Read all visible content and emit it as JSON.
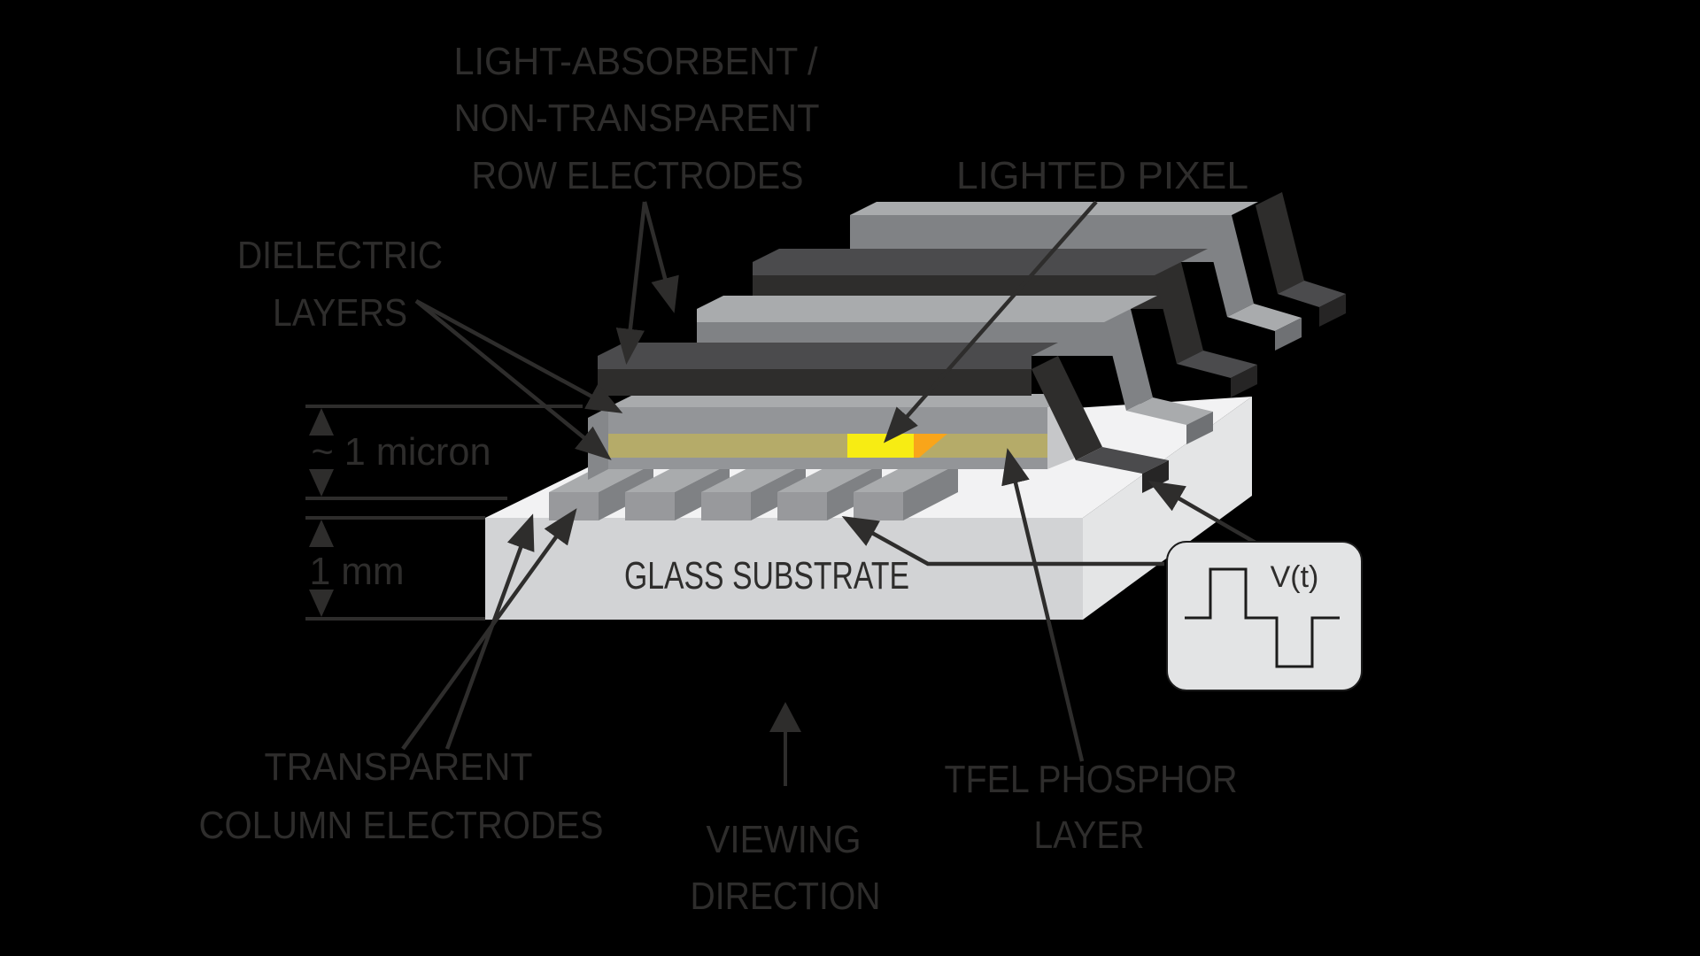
{
  "diagram": {
    "title": "TFEL display structure diagram",
    "labels": {
      "row_electrodes_line1": "LIGHT-ABSORBENT /",
      "row_electrodes_line2": "NON-TRANSPARENT",
      "row_electrodes_line3": "ROW ELECTRODES",
      "lighted_pixel": "LIGHTED PIXEL",
      "dielectric_line1": "DIELECTRIC",
      "dielectric_line2": "LAYERS",
      "dim_micron": "~ 1 micron",
      "dim_mm": "1 mm",
      "glass_substrate": "GLASS SUBSTRATE",
      "column_electrodes_line1": "TRANSPARENT",
      "column_electrodes_line2": "COLUMN ELECTRODES",
      "viewing_line1": "VIEWING",
      "viewing_line2": "DIRECTION",
      "tfel_line1": "TFEL PHOSPHOR",
      "tfel_line2": "LAYER",
      "voltage": "V(t)"
    },
    "colors": {
      "background": "#000000",
      "panel": "#000000",
      "text": "#2e2d2c",
      "arrow": "#2e2d2c",
      "substrate_top": "#f2f2f3",
      "substrate_front": "#d2d3d5",
      "substrate_right": "#e4e5e6",
      "dielectric": "#939598",
      "phosphor": "#b5ab69",
      "lighted_pixel_yellow": "#f7ec13",
      "lighted_pixel_orange": "#f9a51a",
      "row_electrode_dark": "#2e2d2c",
      "row_electrode_gray": "#808285",
      "column_electrode": "#98999c",
      "vbox_fill": "#e3e4e5",
      "waveform": "#1c1c1c"
    }
  }
}
